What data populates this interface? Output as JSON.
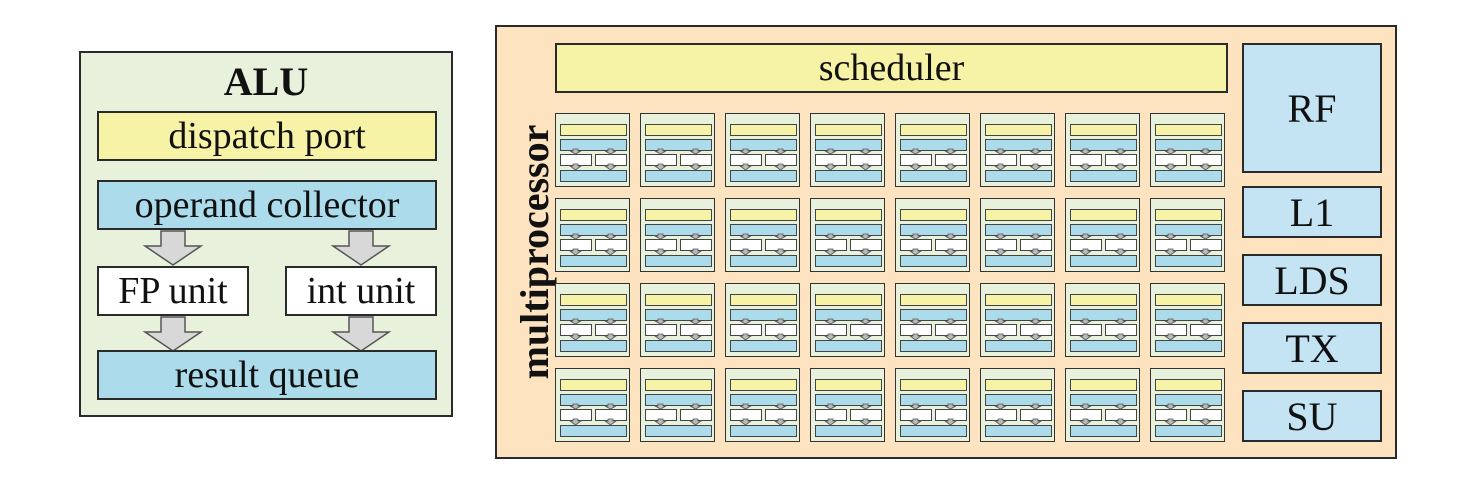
{
  "alu": {
    "title": "ALU",
    "dispatch_port": "dispatch port",
    "operand_collector": "operand collector",
    "fp_unit": "FP unit",
    "int_unit": "int unit",
    "result_queue": "result queue"
  },
  "multiprocessor": {
    "label": "multiprocessor",
    "scheduler": "scheduler",
    "side_units": [
      "RF",
      "L1",
      "LDS",
      "TX",
      "SU"
    ],
    "grid": {
      "rows": 4,
      "cols": 8
    }
  },
  "colors": {
    "alu_bg": "#e8f1dc",
    "mp_bg": "#fde3bf",
    "yellow": "#f7f3a6",
    "blue": "#acdcec",
    "side_blue": "#c4e4f4",
    "arrow_gray": "#d8d8d8"
  }
}
